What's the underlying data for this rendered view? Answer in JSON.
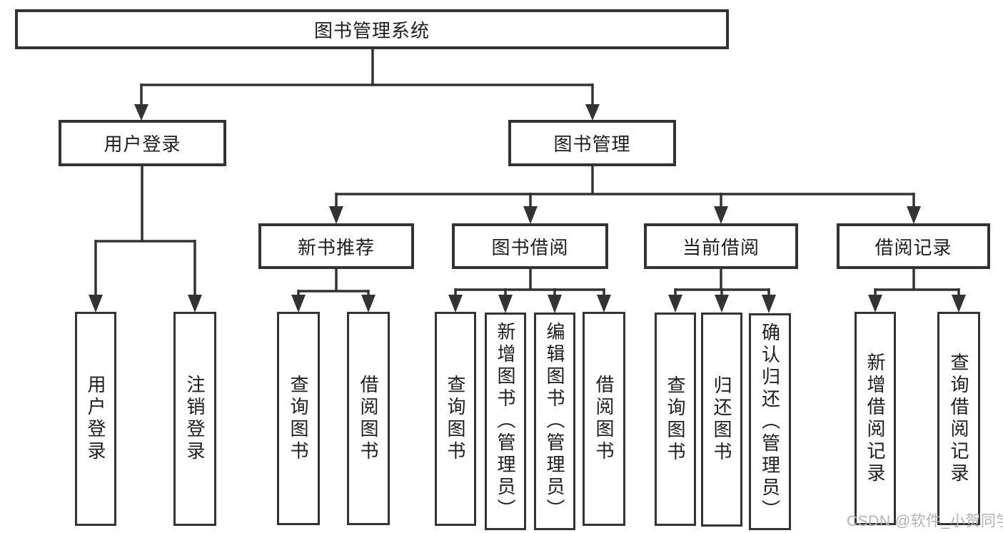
{
  "colors": {
    "line": "#333333",
    "text": "#1d1d1d",
    "watermark": "#b2b2b2",
    "background": "#ffffff"
  },
  "watermark": {
    "text": "CSDN @软件_小贺同学"
  },
  "tree": {
    "root": {
      "label": "图书管理系统"
    },
    "branches": [
      {
        "label": "用户登录",
        "children": [
          {
            "label": "用户登录"
          },
          {
            "label": "注销登录"
          }
        ]
      },
      {
        "label": "图书管理",
        "children": [
          {
            "label": "新书推荐",
            "children": [
              {
                "label": "查询图书"
              },
              {
                "label": "借阅图书"
              }
            ]
          },
          {
            "label": "图书借阅",
            "children": [
              {
                "label": "查询图书"
              },
              {
                "label": "新增图书（管理员）"
              },
              {
                "label": "编辑图书（管理员）"
              },
              {
                "label": "借阅图书"
              }
            ]
          },
          {
            "label": "当前借阅",
            "children": [
              {
                "label": "查询图书"
              },
              {
                "label": "归还图书"
              },
              {
                "label": "确认归还（管理员）"
              }
            ]
          },
          {
            "label": "借阅记录",
            "children": [
              {
                "label": "新增借阅记录"
              },
              {
                "label": "查询借阅记录"
              }
            ]
          }
        ]
      }
    ]
  }
}
